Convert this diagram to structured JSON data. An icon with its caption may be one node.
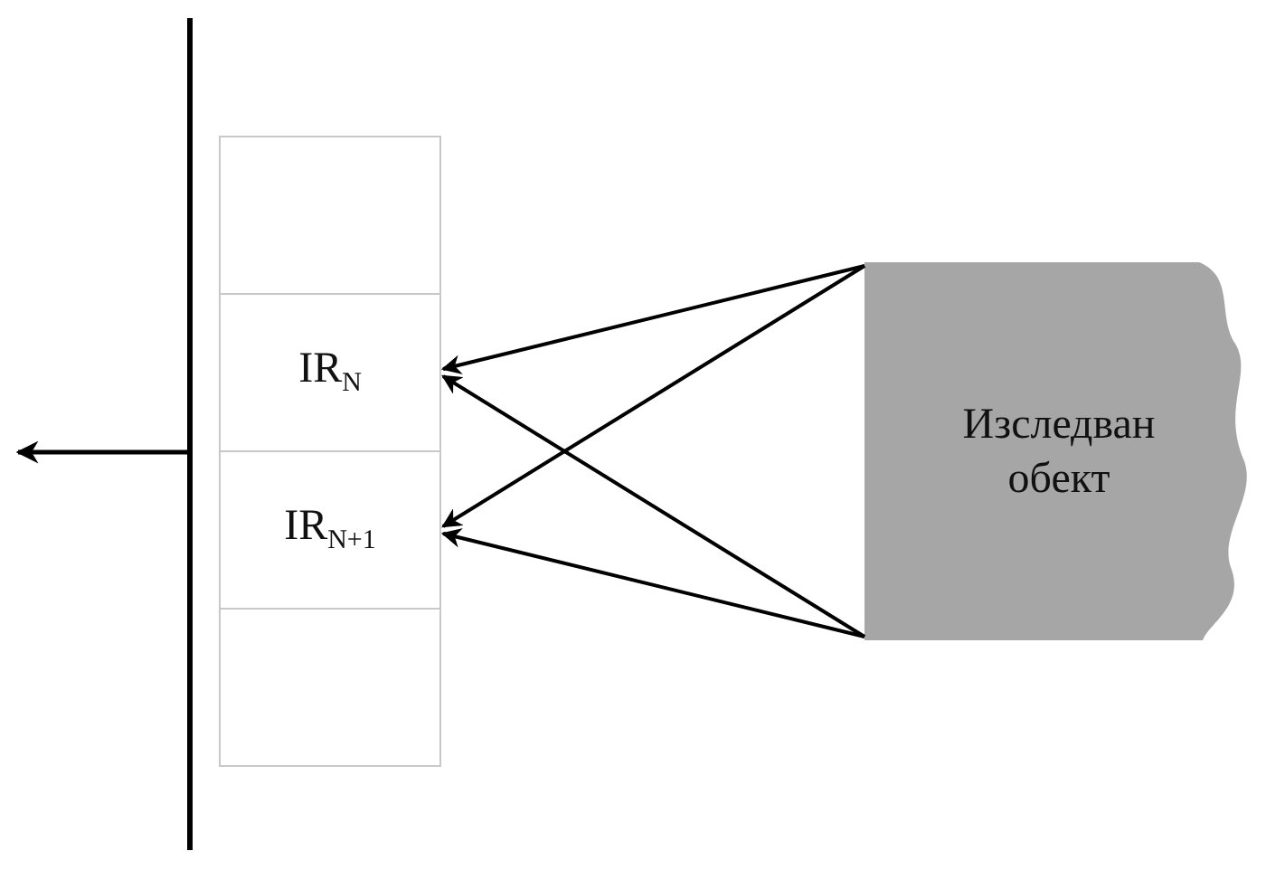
{
  "diagram": {
    "nodes": [
      {
        "text": [],
        "shape": "box"
      },
      {
        "text": [
          "IR$_{N}$"
        ]
      },
      {
        "text": [
          "IR$_{N+1}$"
        ]
      },
      {
        "text": [],
        "shape": "box"
      },
      {
        "text": [
          "Изследван обект"
        ]
      }
    ],
    "edges": [
      {
        "from": 4,
        "to": 1,
        "arrow": "to"
      },
      {
        "from": 4,
        "to": 2,
        "arrow": "to"
      },
      {
        "from": 4,
        "to": 1,
        "arrow": "to"
      },
      {
        "from": 4,
        "to": 2,
        "arrow": "to"
      }
    ]
  }
}
